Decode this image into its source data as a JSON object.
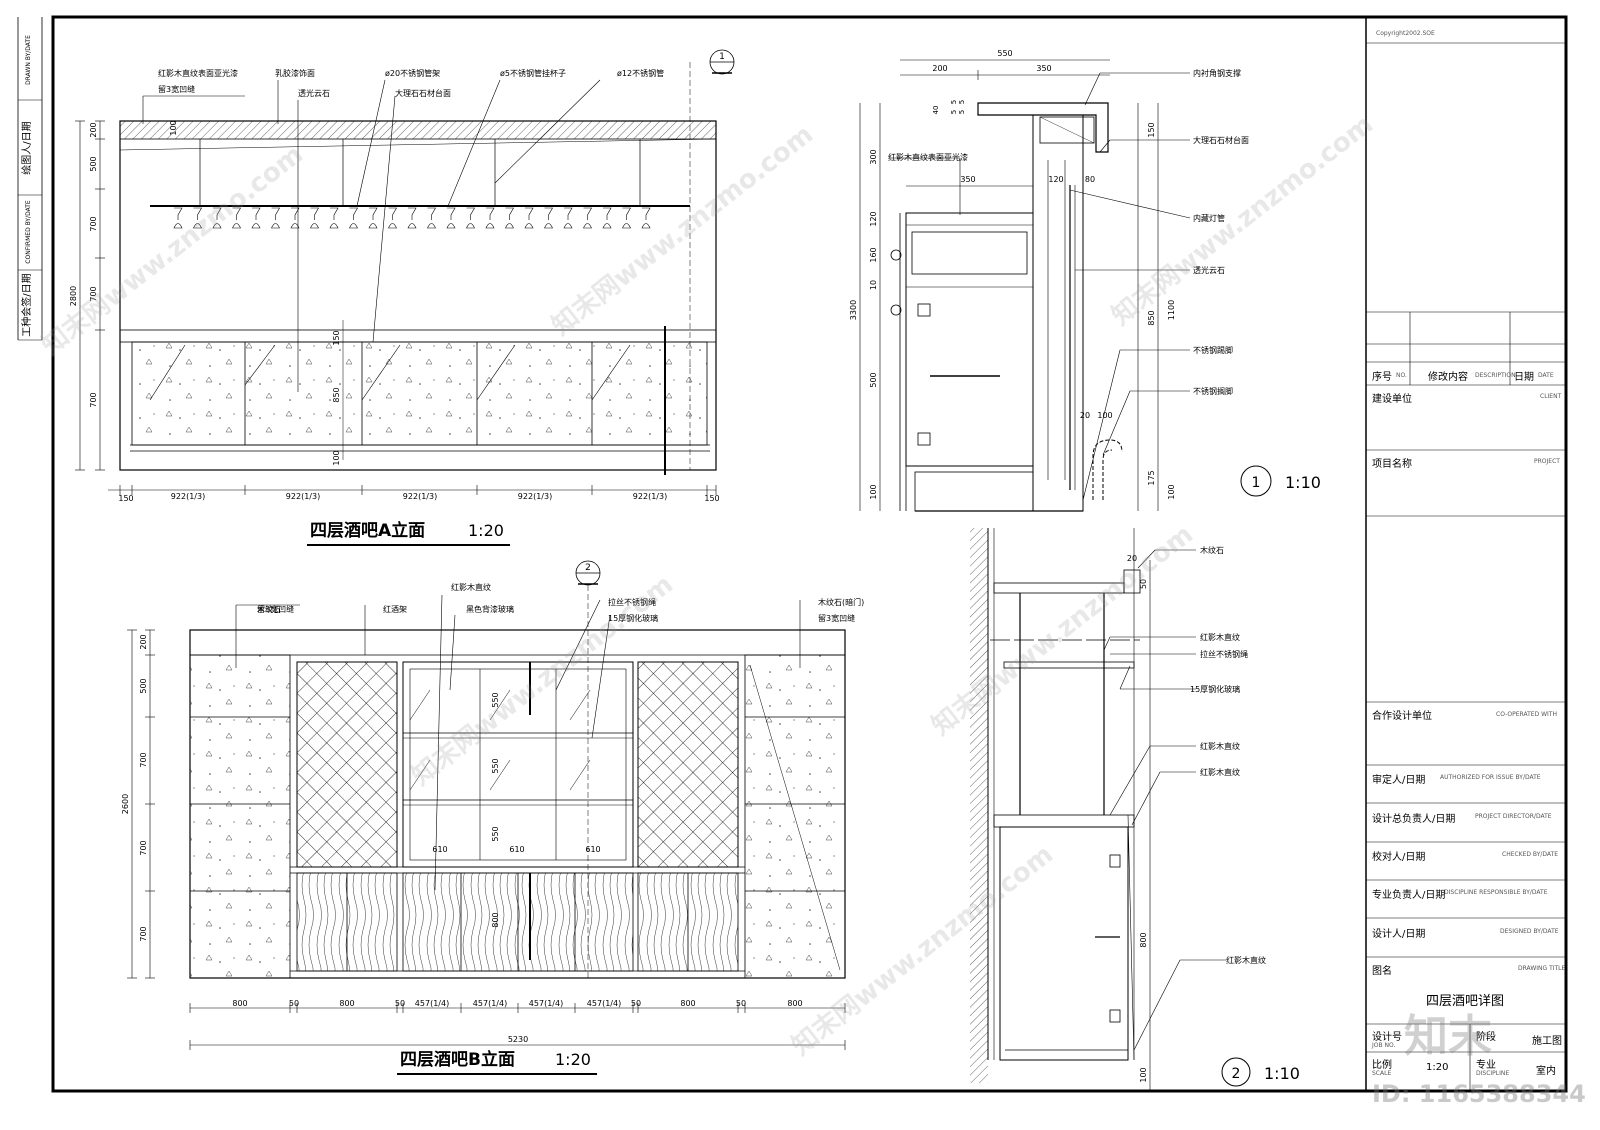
{
  "left_strip": [
    "DRAWN BY/DATE",
    "绘图人/日期",
    "CONFIRMED BY/DATE",
    "工种会签/日期"
  ],
  "elevation_a": {
    "title": "四层酒吧A立面",
    "scale": "1:20",
    "callouts": [
      "红影木直纹表面亚光漆",
      "留3宽凹缝",
      "乳胶漆饰面",
      "透光云石",
      "ø20不锈钢管架",
      "大理石石材台面",
      "ø5不锈钢管挂杯子",
      "ø12不锈钢管"
    ],
    "section_marker": "1",
    "v_dims": [
      "200",
      "500",
      "700",
      "700",
      "700",
      "2800"
    ],
    "inner_dims": [
      "100",
      "850",
      "100",
      "150"
    ],
    "h_dims": [
      "150",
      "922(1/3)",
      "922(1/3)",
      "922(1/3)",
      "922(1/3)",
      "922(1/3)",
      "150"
    ]
  },
  "elevation_b": {
    "title": "四层酒吧B立面",
    "scale": "1:20",
    "callouts": [
      "木纹石",
      "留3宽凹缝",
      "红酒架",
      "红影木直纹",
      "黑色背漆玻璃",
      "拉丝不锈钢绳",
      "15厚钢化玻璃",
      "木纹石(暗门)",
      "留3宽凹缝"
    ],
    "section_marker": "2",
    "v_dims": [
      "200",
      "500",
      "700",
      "700",
      "700",
      "2600"
    ],
    "inner_dims": [
      "550",
      "550",
      "550",
      "610",
      "610",
      "610",
      "800"
    ],
    "h_dims": [
      "800",
      "50",
      "800",
      "50",
      "457(1/4)",
      "457(1/4)",
      "457(1/4)",
      "457(1/4)",
      "50",
      "800",
      "50",
      "800"
    ],
    "total": "5230"
  },
  "section_1": {
    "scale": "1:10",
    "marker": "1",
    "dims_top": [
      "550",
      "200",
      "350"
    ],
    "dims_left": [
      "40",
      "5",
      "5",
      "5",
      "5",
      "300",
      "120",
      "160",
      "10",
      "500",
      "100",
      "3300"
    ],
    "dims_inner": [
      "350",
      "120",
      "80",
      "20",
      "100"
    ],
    "dims_right": [
      "150",
      "850",
      "1100",
      "175",
      "100"
    ],
    "callouts_right": [
      "内衬角钢支撑",
      "大理石石材台面",
      "内藏灯管",
      "透光云石",
      "不锈钢踢脚",
      "不锈钢搁脚"
    ],
    "callout_left": "红影木直纹表面亚光漆"
  },
  "section_2": {
    "scale": "1:10",
    "marker": "2",
    "dims": [
      "20",
      "50",
      "800",
      "100"
    ],
    "callouts": [
      "木纹石",
      "红影木直纹",
      "拉丝不锈钢绳",
      "15厚钢化玻璃",
      "红影木直纹",
      "红影木直纹",
      "红影木直纹"
    ]
  },
  "title_block": {
    "copyright": "Copyright2002.SOE",
    "rev_no": "序号",
    "rev_no_en": "NO.",
    "rev_desc": "修改内容",
    "rev_desc_en": "DESCRIPTION",
    "rev_date": "日期",
    "rev_date_en": "DATE",
    "client": "建设单位",
    "client_en": "CLIENT",
    "project": "项目名称",
    "project_en": "PROJECT",
    "co_op": "合作设计单位",
    "co_op_en": "CO-OPERATED WITH",
    "authorized": "审定人/日期",
    "authorized_en": "AUTHORIZED FOR ISSUE BY/DATE",
    "director": "设计总负责人/日期",
    "director_en": "PROJECT DIRECTOR/DATE",
    "checked": "校对人/日期",
    "checked_en": "CHECKED BY/DATE",
    "discipline_resp": "专业负责人/日期",
    "discipline_resp_en": "DISCIPLINE RESPONSIBLE BY/DATE",
    "designed": "设计人/日期",
    "designed_en": "DESIGNED BY/DATE",
    "drawing_title_label": "图名",
    "drawing_title_label_en": "DRAWING TITLE",
    "drawing_title": "四层酒吧详图",
    "job_no_label": "设计号",
    "job_no_en": "JOB NO.",
    "stage_label": "阶段",
    "stage_value": "施工图",
    "scale_label": "比例",
    "scale_en": "SCALE",
    "scale_value": "1:20",
    "discipline_label": "专业",
    "discipline_en": "DISCIPLINE",
    "discipline_value": "室内"
  },
  "watermarks": [
    "知末网www.znzmo.com",
    "知末",
    "ID: 1165388344"
  ]
}
